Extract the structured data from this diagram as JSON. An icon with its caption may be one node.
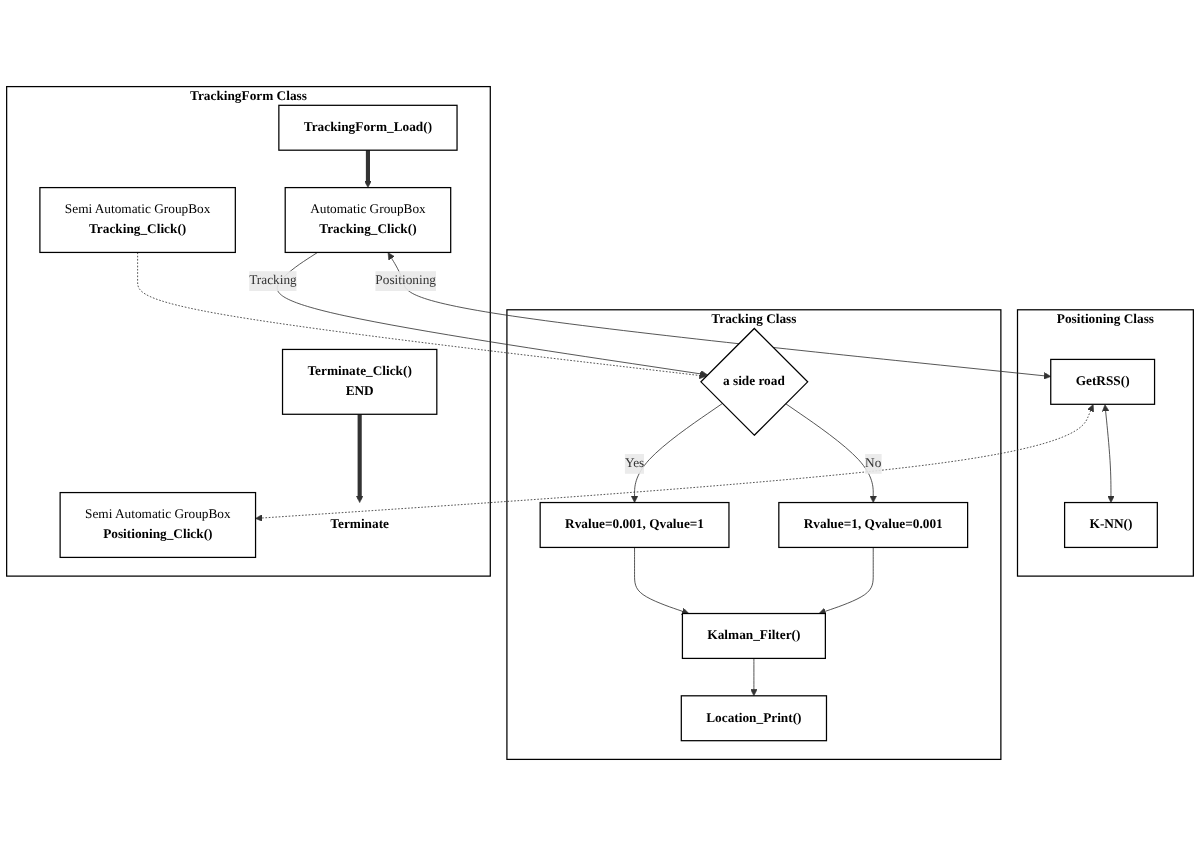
{
  "diagram": {
    "nodes": [
      {
        "text": [
          "Positioning Class"
        ]
      },
      {
        "text": [
          "GetRSS()"
        ],
        "in": 0
      },
      {
        "text": [
          "K-NN()"
        ],
        "in": 0
      },
      {
        "text": [
          "Tracking Class"
        ]
      },
      {
        "text": [
          "a side road"
        ],
        "in": 3
      },
      {
        "text": [
          "Rvalue=1, Qvalue=0.001"
        ],
        "in": 3
      },
      {
        "text": [
          "Rvalue=0.001, Qvalue=1"
        ],
        "in": 3
      },
      {
        "text": [
          "Kalman_Filter()"
        ],
        "in": 3
      },
      {
        "text": [
          "Location_Print()"
        ],
        "in": 3
      },
      {
        "text": [
          "TrackingForm Class"
        ]
      },
      {
        "text": [
          "TrackingForm_Load()"
        ],
        "in": 9
      },
      {
        "text": [
          "Automatic GroupBox",
          "Tracking_Click()"
        ],
        "in": 9
      },
      {
        "text": [
          "Semi Automatic GroupBox",
          "Positioning_Click()"
        ],
        "in": 9
      },
      {
        "text": [
          "Semi Automatic GroupBox",
          "Tracking_Click()"
        ],
        "in": 9
      },
      {
        "text": [
          "Terminate_Click()",
          "END"
        ],
        "in": 9
      },
      {
        "text": [
          "Terminate"
        ],
        "in": 9
      }
    ],
    "edges": [
      {
        "from": 1,
        "to": 2,
        "arrow": "both"
      },
      {
        "from": 11,
        "to": 1,
        "arrow": "both",
        "label": "Positioning"
      },
      {
        "from": 11,
        "to": 4,
        "arrow": "to",
        "label": "Tracking"
      },
      {
        "from": 1,
        "to": 12,
        "arrow": "both",
        "style": "dashed"
      },
      {
        "from": 13,
        "to": 4,
        "arrow": "to",
        "style": "dashed"
      },
      {
        "from": 4,
        "to": 5,
        "arrow": "to",
        "label": "No"
      },
      {
        "from": 4,
        "to": 6,
        "arrow": "to",
        "label": "Yes"
      },
      {
        "from": 5,
        "to": 7,
        "arrow": "to"
      },
      {
        "from": 6,
        "to": 7,
        "arrow": "to"
      },
      {
        "from": 7,
        "to": 8,
        "arrow": "to"
      },
      {
        "from": 10,
        "to": 11,
        "arrow": "to",
        "style": "thick"
      },
      {
        "from": 14,
        "to": 15,
        "arrow": "to",
        "style": "thick"
      }
    ]
  }
}
